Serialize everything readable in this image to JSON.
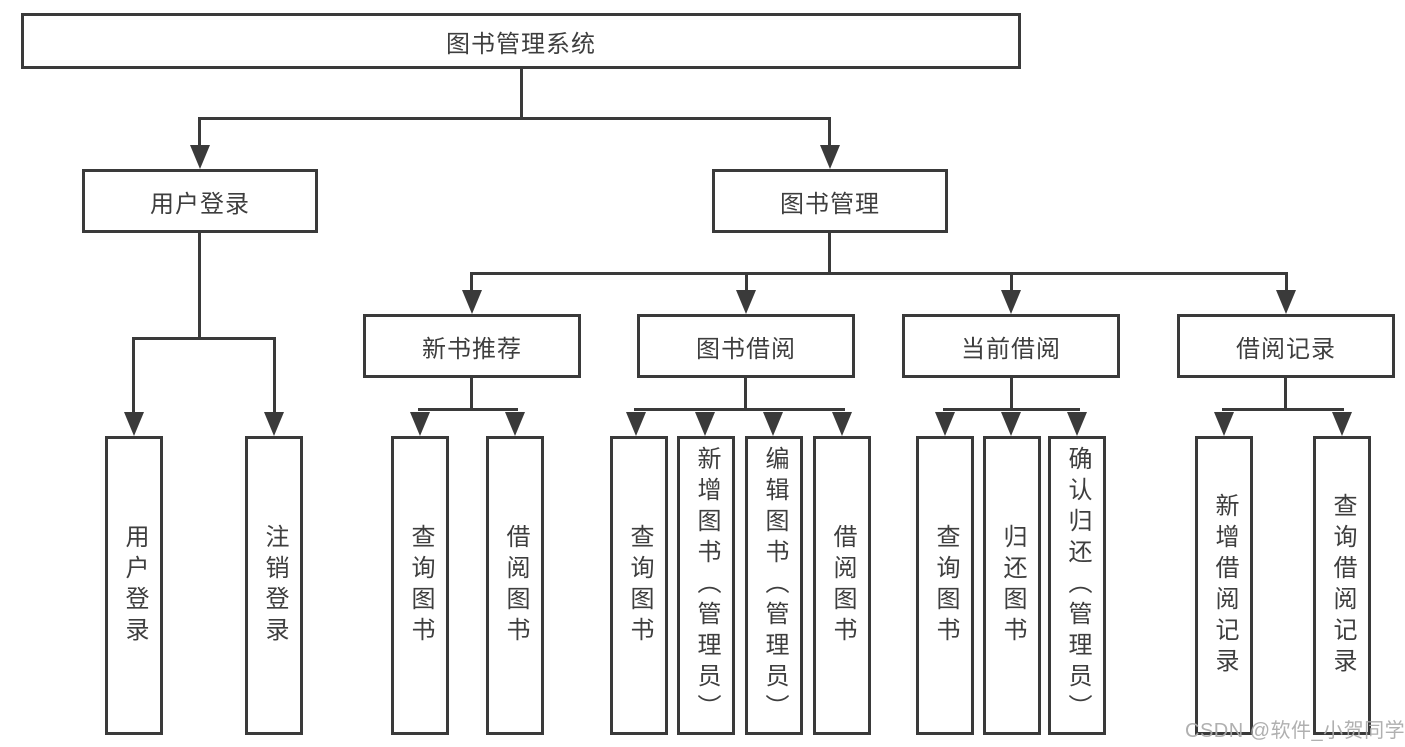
{
  "tree": {
    "root": {
      "label": "图书管理系统",
      "children": [
        {
          "label": "用户登录",
          "children": [
            {
              "label": "用户登录"
            },
            {
              "label": "注销登录"
            }
          ]
        },
        {
          "label": "图书管理",
          "children": [
            {
              "label": "新书推荐",
              "children": [
                {
                  "label": "查询图书"
                },
                {
                  "label": "借阅图书"
                }
              ]
            },
            {
              "label": "图书借阅",
              "children": [
                {
                  "label": "查询图书"
                },
                {
                  "label": "新增图书（管理员）"
                },
                {
                  "label": "编辑图书（管理员）"
                },
                {
                  "label": "借阅图书"
                }
              ]
            },
            {
              "label": "当前借阅",
              "children": [
                {
                  "label": "查询图书"
                },
                {
                  "label": "归还图书"
                },
                {
                  "label": "确认归还（管理员）"
                }
              ]
            },
            {
              "label": "借阅记录",
              "children": [
                {
                  "label": "新增借阅记录"
                },
                {
                  "label": "查询借阅记录"
                }
              ]
            }
          ]
        }
      ]
    }
  },
  "watermark": {
    "text": "CSDN @软件_小贺同学"
  },
  "colors": {
    "line": "#3a3a3a",
    "text": "#3e3e3e",
    "node_fill": "#ffffff",
    "background": "#ffffff",
    "watermark": "#acacac"
  }
}
